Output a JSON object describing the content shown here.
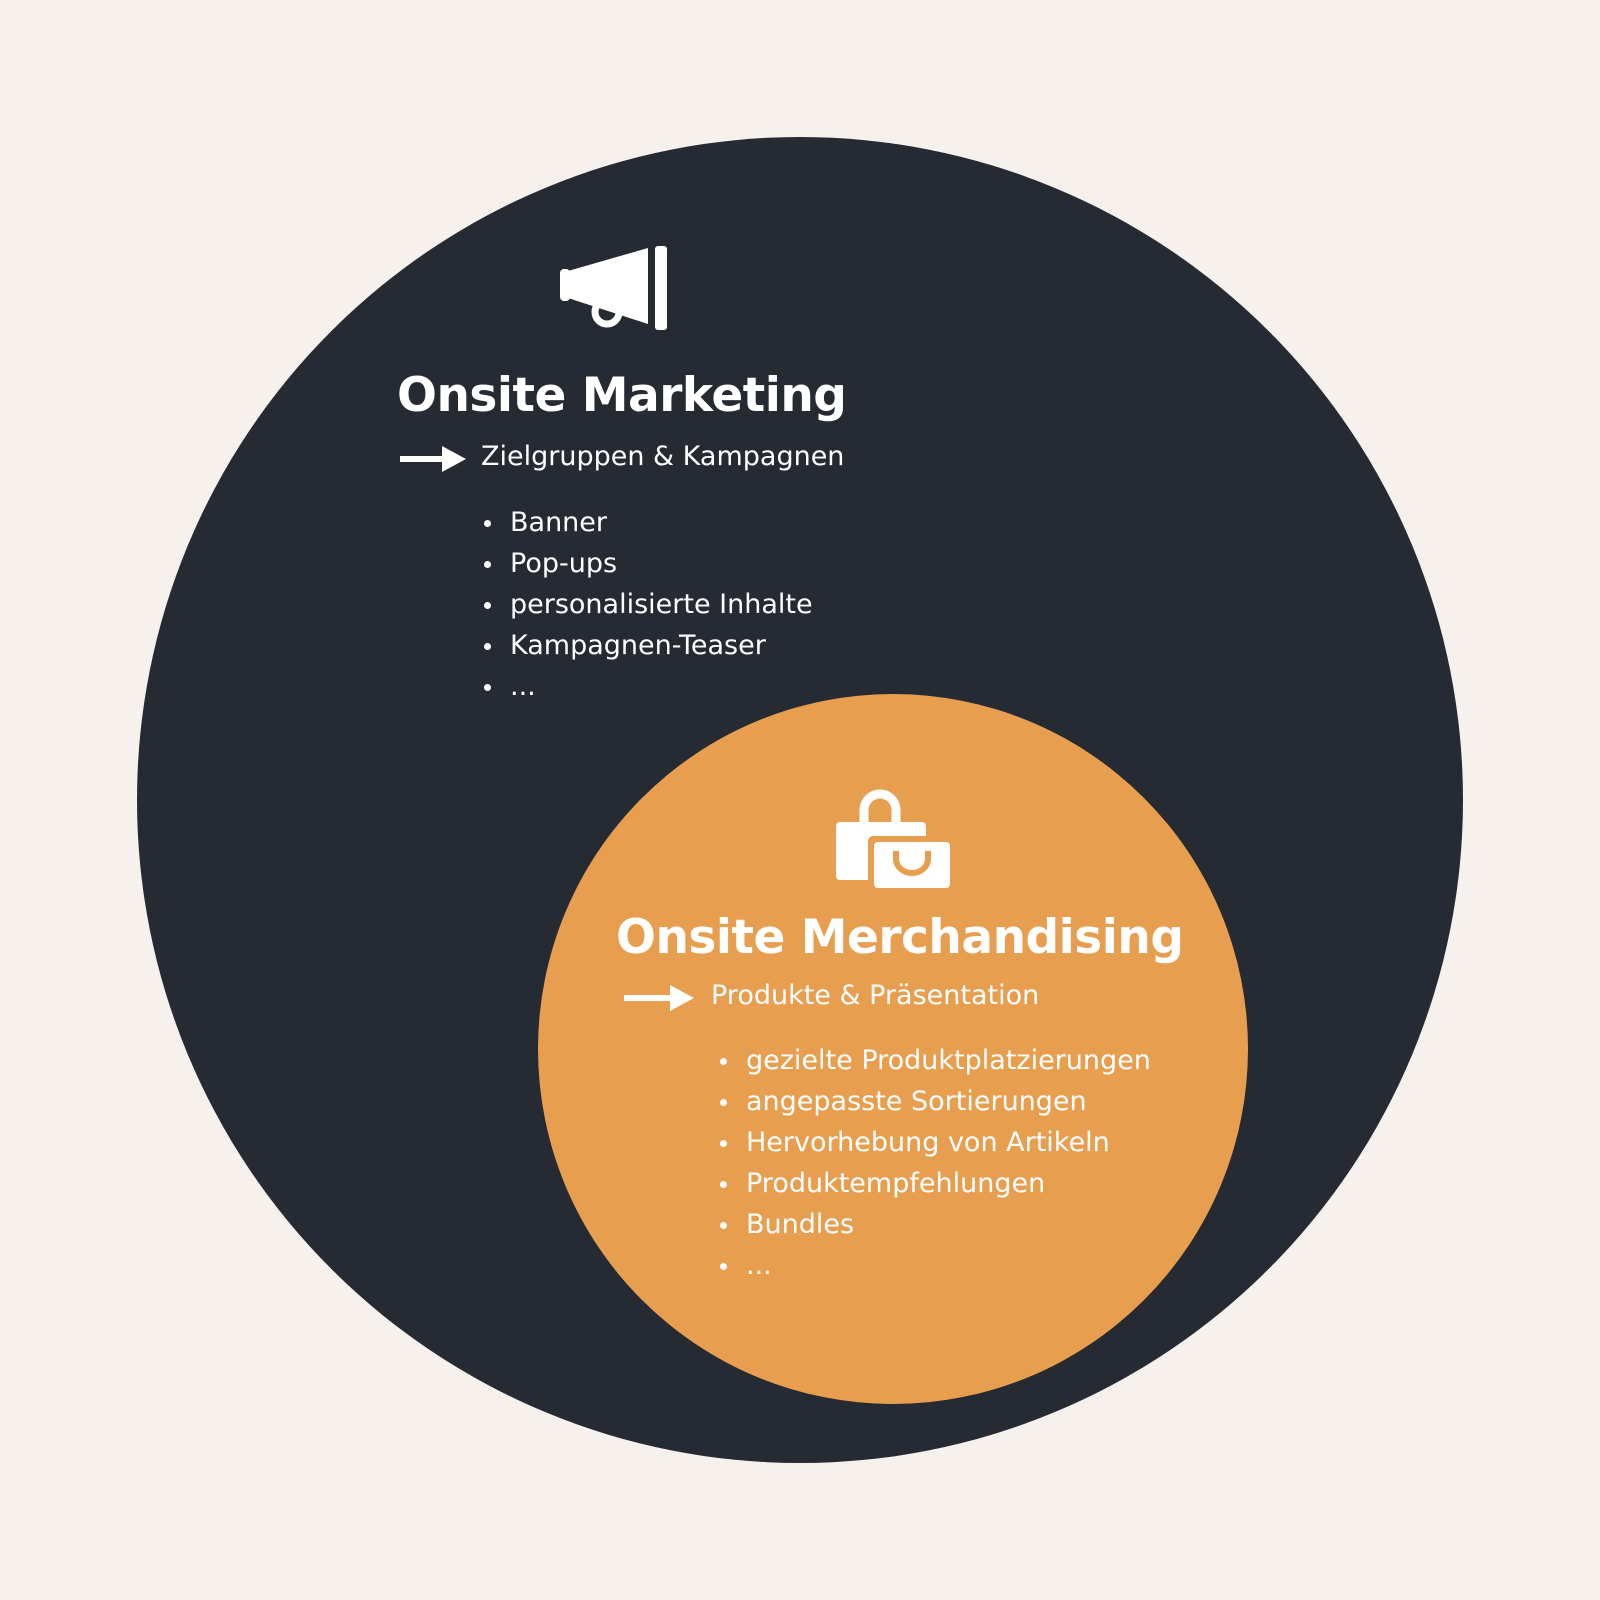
{
  "colors": {
    "background": "#f6f1ec",
    "outer_circle": "#262a33",
    "inner_circle": "#e89e4f",
    "text": "#ffffff"
  },
  "marketing": {
    "icon": "megaphone-icon",
    "title": "Onsite Marketing",
    "subtitle": "Zielgruppen & Kampagnen",
    "items": [
      "Banner",
      "Pop-ups",
      "personalisierte Inhalte",
      "Kampagnen-Teaser",
      "..."
    ]
  },
  "merchandising": {
    "icon": "shopping-bags-icon",
    "title": "Onsite Merchandising",
    "subtitle": "Produkte & Präsentation",
    "items": [
      "gezielte Produktplatzierungen",
      "angepasste Sortierungen",
      "Hervorhebung von Artikeln",
      "Produktempfehlungen",
      "Bundles",
      "..."
    ]
  }
}
